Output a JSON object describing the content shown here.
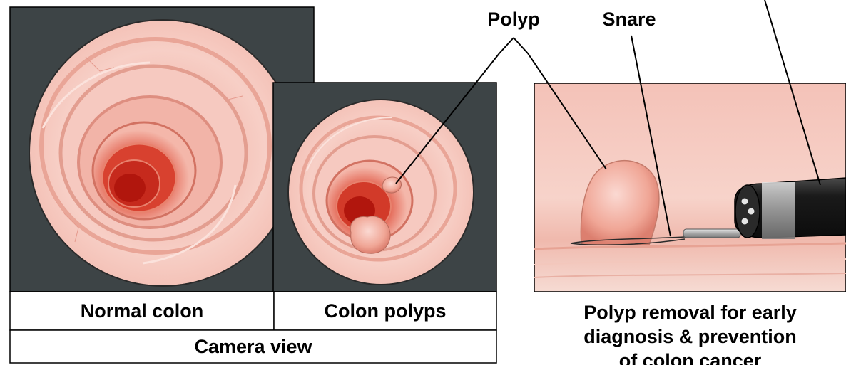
{
  "labels": {
    "polyp": "Polyp",
    "snare": "Snare"
  },
  "captions": {
    "normal_colon": "Normal colon",
    "colon_polyps": "Colon polyps",
    "camera_view": "Camera view",
    "removal_line1": "Polyp removal for early",
    "removal_line2": "diagnosis & prevention",
    "removal_line3": "of colon cancer"
  },
  "colors": {
    "panel_dark": "#3d4446",
    "tissue_light": "#f6c9c0",
    "tissue_mid": "#eea79a",
    "tissue_deep": "#c4271c",
    "scope_black": "#1c1c1c"
  }
}
